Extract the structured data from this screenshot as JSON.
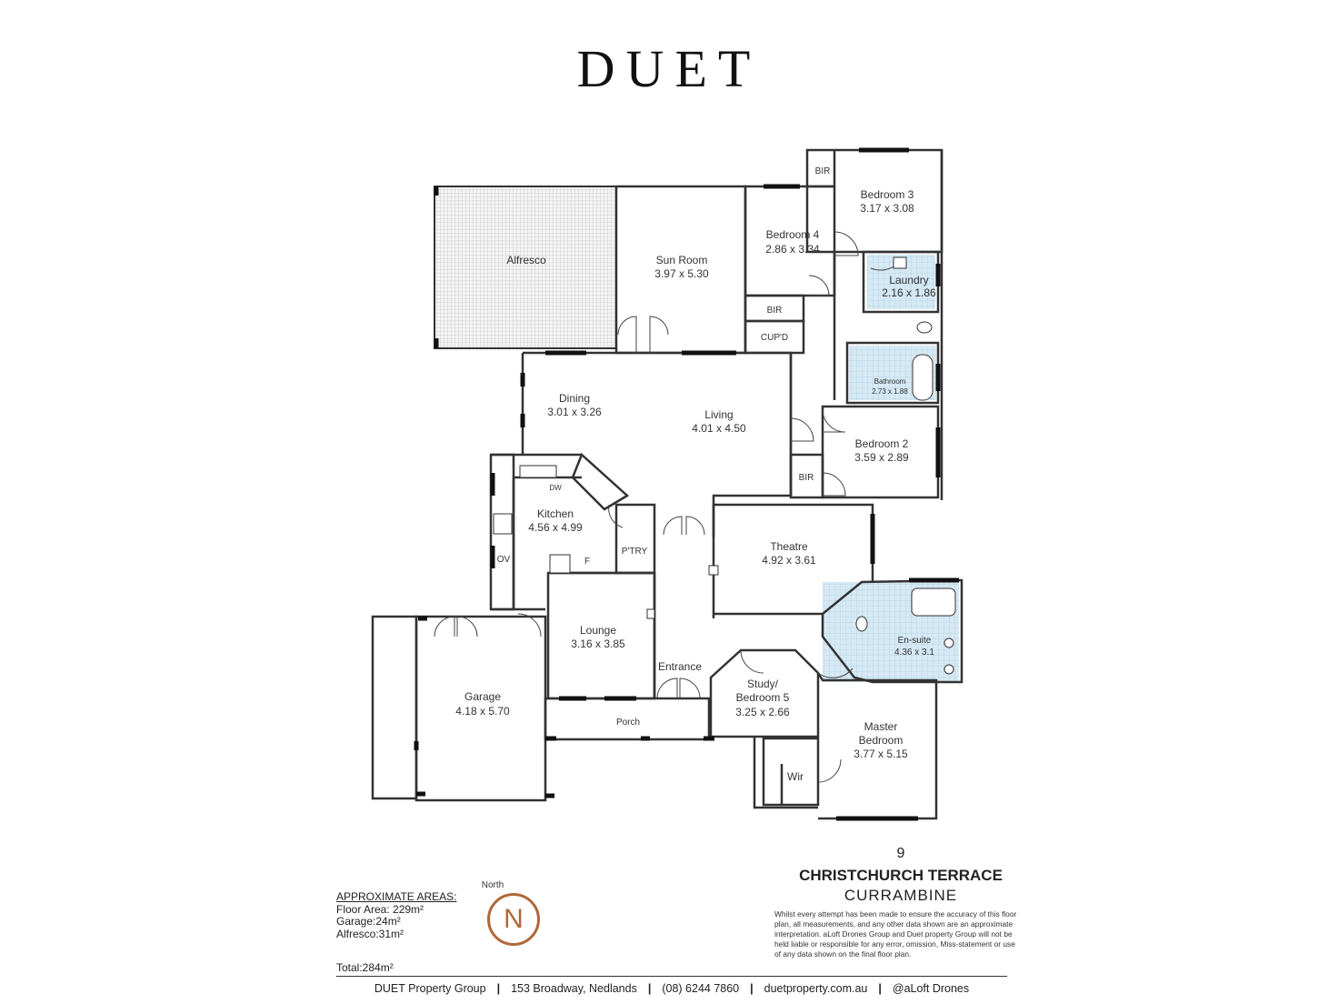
{
  "brand": {
    "logo": "DUET"
  },
  "rooms": {
    "alfresco": {
      "name": "Alfresco"
    },
    "sunroom": {
      "name": "Sun Room",
      "size": "3.97 x 5.30"
    },
    "bed4": {
      "name": "Bedroom 4",
      "size": "2.86 x 3.34"
    },
    "bed3": {
      "name": "Bedroom 3",
      "size": "3.17 x 3.08"
    },
    "laundry": {
      "name": "Laundry",
      "size": "2.16 x 1.86"
    },
    "bathroom": {
      "name": "Bathroom",
      "size": "2.73 x 1.88"
    },
    "dining": {
      "name": "Dining",
      "size": "3.01 x 3.26"
    },
    "living": {
      "name": "Living",
      "size": "4.01 x 4.50"
    },
    "bed2": {
      "name": "Bedroom 2",
      "size": "3.59 x 2.89"
    },
    "kitchen": {
      "name": "Kitchen",
      "size": "4.56 x 4.99"
    },
    "theatre": {
      "name": "Theatre",
      "size": "4.92 x 3.61"
    },
    "lounge": {
      "name": "Lounge",
      "size": "3.16 x 3.85"
    },
    "ensuite": {
      "name": "En-suite",
      "size": "4.36 x 3.1"
    },
    "garage": {
      "name": "Garage",
      "size": "4.18 x 5.70"
    },
    "entrance": {
      "name": "Entrance"
    },
    "study": {
      "name1": "Study/",
      "name2": "Bedroom 5",
      "size": "3.25 x 2.66"
    },
    "porch": {
      "name": "Porch"
    },
    "master": {
      "name1": "Master",
      "name2": "Bedroom",
      "size": "3.77 x 5.15"
    },
    "wir": {
      "name": "Wir"
    }
  },
  "fixtures": {
    "bir_top": "BIR",
    "bir_bed4": "BIR",
    "cupd": "CUP'D",
    "bir_bed2": "BIR",
    "dw": "DW",
    "ov": "OV",
    "f": "F",
    "ptry": "P'TRY"
  },
  "address": {
    "number": "9",
    "street": "CHRISTCHURCH TERRACE",
    "suburb": "CURRAMBINE"
  },
  "disclaimer": "Whilst every attempt has been made to ensure the accuracy of this floor plan, all measurements, and any other data shown are an approximate interpretation. aLoft Drones Group and Duet property Group will not be held liable or responsible for any error, omission, Miss-statement or use of any data shown on the final floor plan.",
  "areas": {
    "heading": "APPROXIMATE AREAS:",
    "floor": "Floor Area: 229m²",
    "garage": "Garage:24m²",
    "alfresco": "Alfresco:31m²",
    "total": "Total:284m²"
  },
  "compass": {
    "label": "North",
    "letter": "N"
  },
  "footer": {
    "company": "DUET Property Group",
    "address": "153 Broadway, Nedlands",
    "phone": "(08) 6244 7860",
    "website": "duetproperty.com.au",
    "credit": "@aLoft Drones"
  },
  "colors": {
    "compass": "#b0683a",
    "tile": "#d6e9f4",
    "wall": "#222222"
  }
}
